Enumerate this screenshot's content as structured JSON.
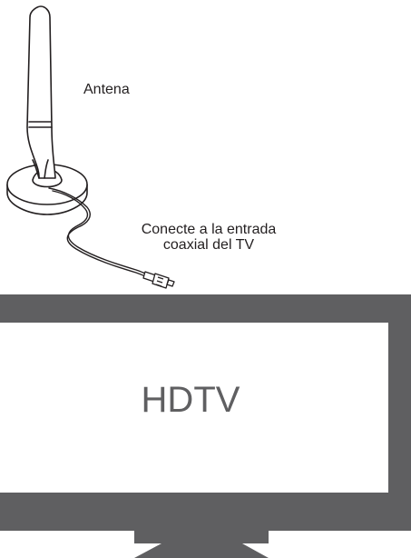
{
  "antenna": {
    "label": "Antena"
  },
  "cable": {
    "label_line1": "Conecte a la entrada",
    "label_line2": "coaxial del TV"
  },
  "tv": {
    "screen_label": "HDTV"
  },
  "colors": {
    "line": "#231f20",
    "tv_frame": "#5f5f61",
    "screen": "#ffffff"
  }
}
